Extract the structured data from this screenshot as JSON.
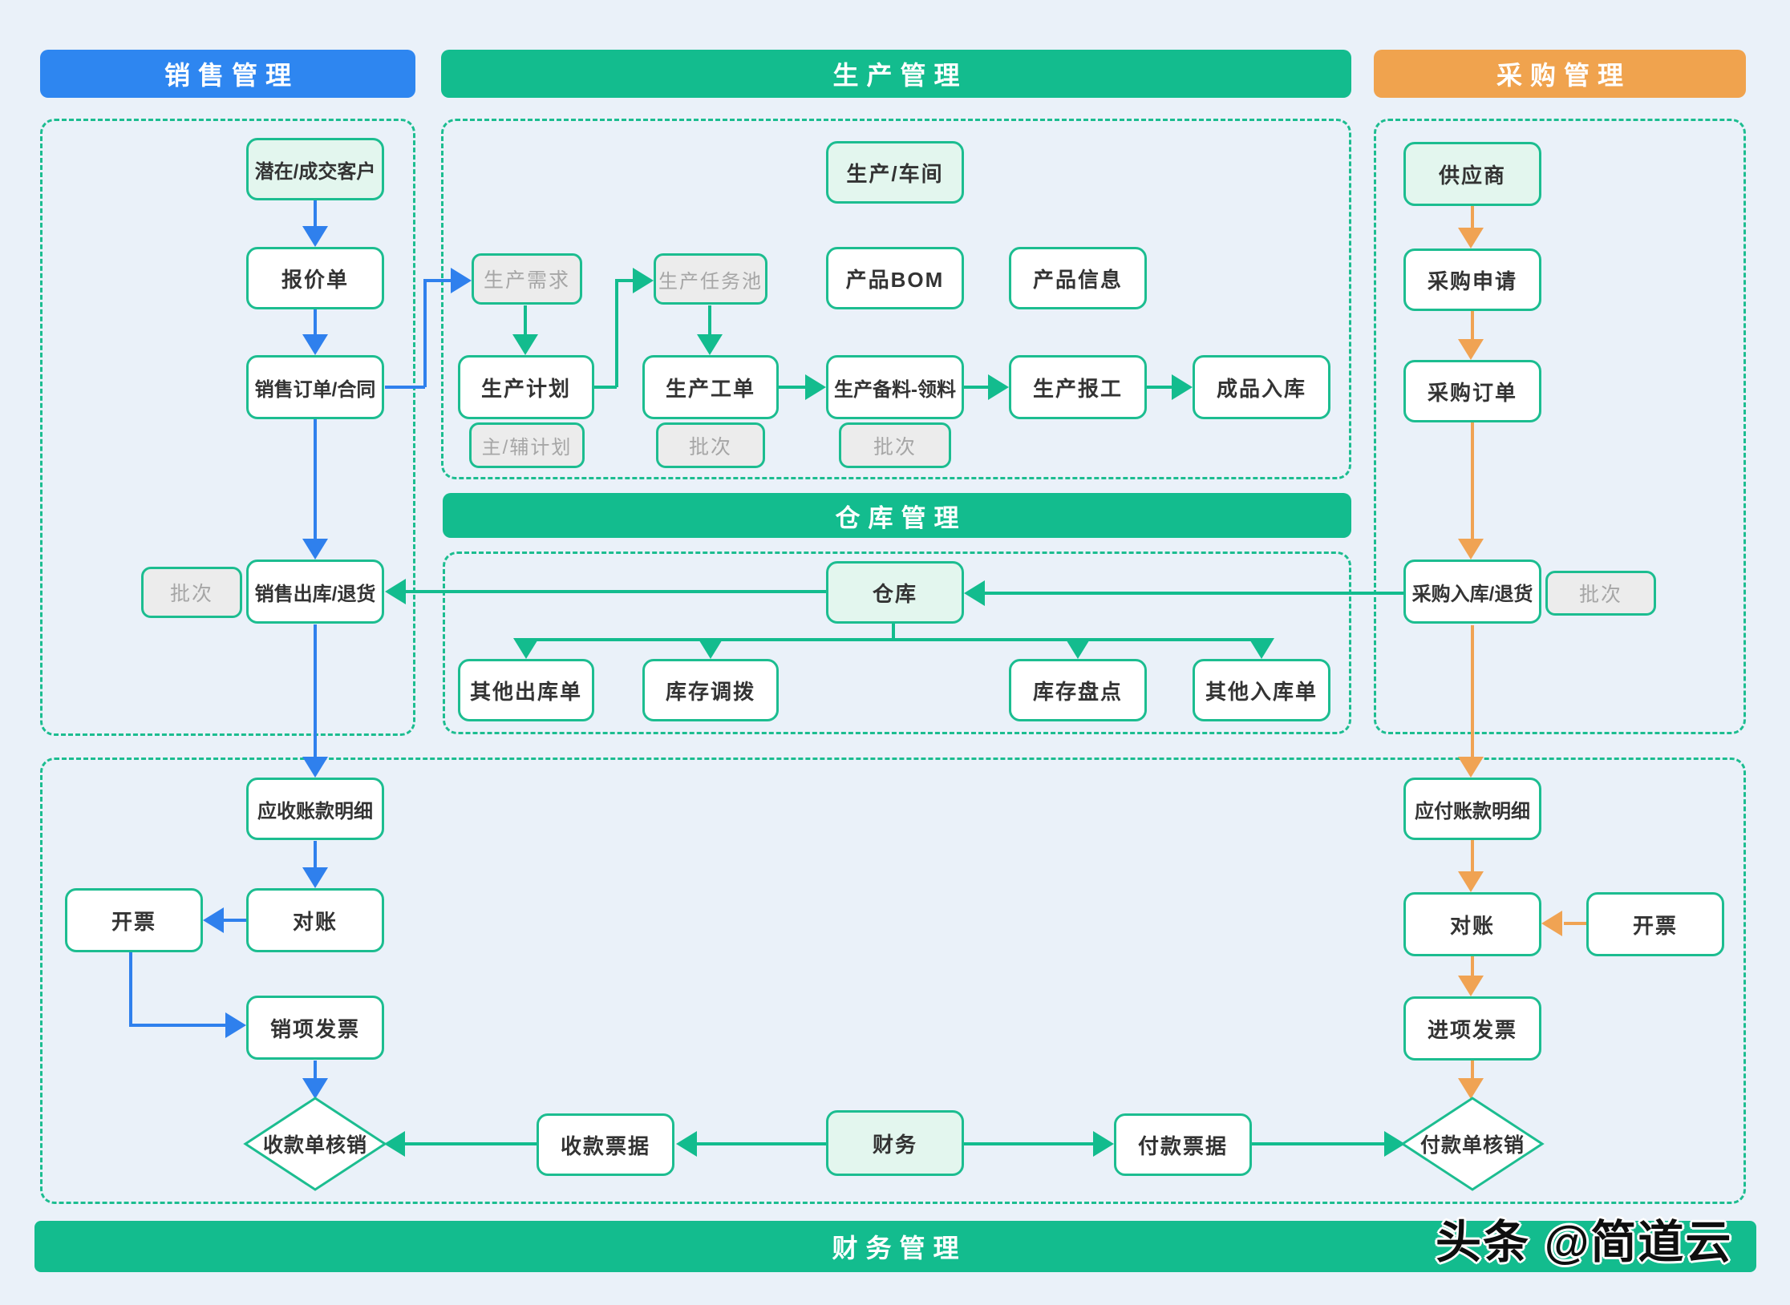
{
  "colors": {
    "sales_header": "#2E86F0",
    "production_header": "#13BC8E",
    "purchase_header": "#F0A34E",
    "box_border": "#1CBD90",
    "light_fill": "#E3F6EE",
    "gray_fill": "#ECECEC",
    "gray_text": "#A6A6A6",
    "arrow_blue": "#2F80ED",
    "arrow_green": "#13BC8E",
    "arrow_orange": "#F0A353",
    "background": "#EAF1F9",
    "ink": "#333333"
  },
  "watermark": "头条 @简道云",
  "sales": {
    "title": "销售管理",
    "nodes": {
      "customer": "潜在/成交客户",
      "quote": "报价单",
      "order": "销售订单/合同",
      "batch": "批次",
      "outbound": "销售出库/退货",
      "receivable": "应收账款明细",
      "reconcile": "对账",
      "invoice": "开票",
      "outgoing_invoice": "销项发票",
      "receipt_writeoff": "收款单核销"
    }
  },
  "production": {
    "title": "生产管理",
    "nodes": {
      "workshop": "生产/车间",
      "demand": "生产需求",
      "task_pool": "生产任务池",
      "bom": "产品BOM",
      "product_info": "产品信息",
      "plan": "生产计划",
      "plan_tag": "主/辅计划",
      "work_order": "生产工单",
      "work_order_batch": "批次",
      "material": "生产备料-领料",
      "material_batch": "批次",
      "report": "生产报工",
      "finished_inbound": "成品入库"
    }
  },
  "warehouse": {
    "title": "仓库管理",
    "nodes": {
      "warehouse": "仓库",
      "other_outbound": "其他出库单",
      "transfer": "库存调拨",
      "stocktake": "库存盘点",
      "other_inbound": "其他入库单"
    }
  },
  "purchase": {
    "title": "采购管理",
    "nodes": {
      "supplier": "供应商",
      "request": "采购申请",
      "order": "采购订单",
      "inbound": "采购入库/退货",
      "batch": "批次",
      "payable": "应付账款明细",
      "reconcile": "对账",
      "invoice": "开票",
      "incoming_invoice": "进项发票",
      "payment_writeoff": "付款单核销"
    }
  },
  "finance": {
    "title": "财务管理",
    "nodes": {
      "receipt_note": "收款票据",
      "finance": "财务",
      "payment_note": "付款票据"
    }
  }
}
